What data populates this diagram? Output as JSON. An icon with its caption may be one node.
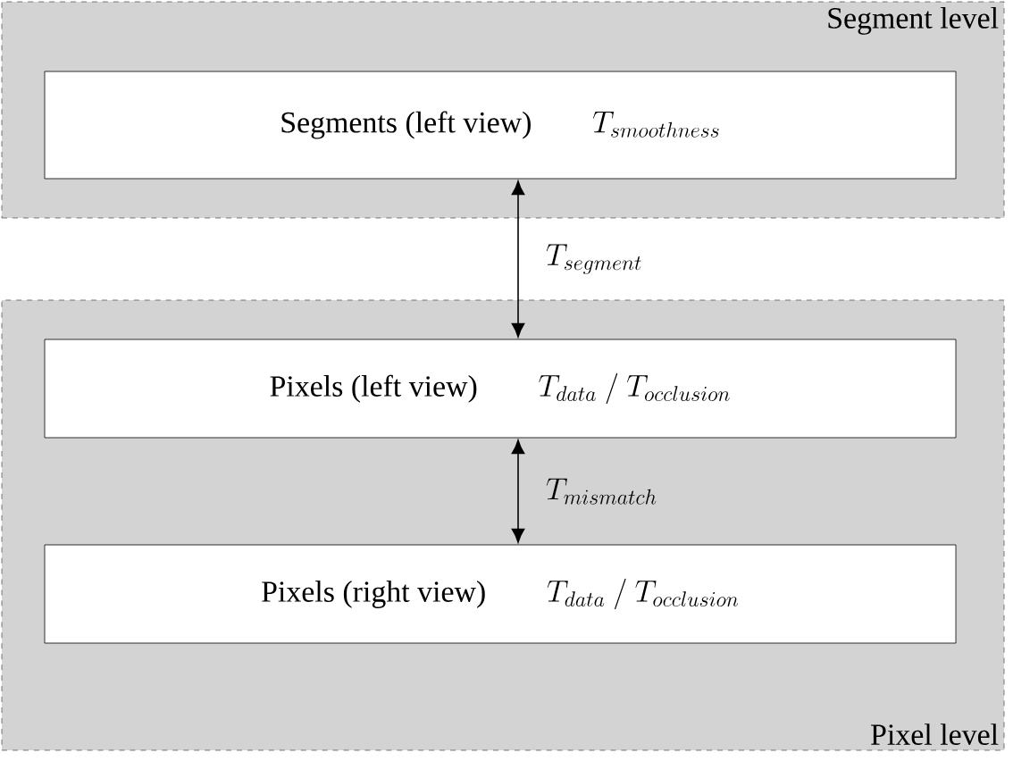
{
  "diagram": {
    "nodes": [
      {
        "text": [
          "Segment level"
        ]
      },
      {
        "text": [
          "Segments (left view)",
          "T_{smoothness}"
        ],
        "in": 0
      },
      {
        "text": [
          "Pixel level"
        ]
      },
      {
        "text": [
          "Pixels (left view)",
          "T_{data} \\mathrm{\\ /\\ } T_{occlusion}"
        ],
        "in": 2
      },
      {
        "text": [
          "Pixels (right view)",
          "T_{data} \\mathrm{\\ /\\ } T_{occlusion}"
        ],
        "in": 2
      }
    ],
    "edges": [
      {
        "from": 1,
        "to": 3,
        "arrow": "both",
        "label": "T_{segment}"
      },
      {
        "from": 3,
        "to": 4,
        "arrow": "both",
        "label": "T_{mismatch}"
      }
    ]
  }
}
